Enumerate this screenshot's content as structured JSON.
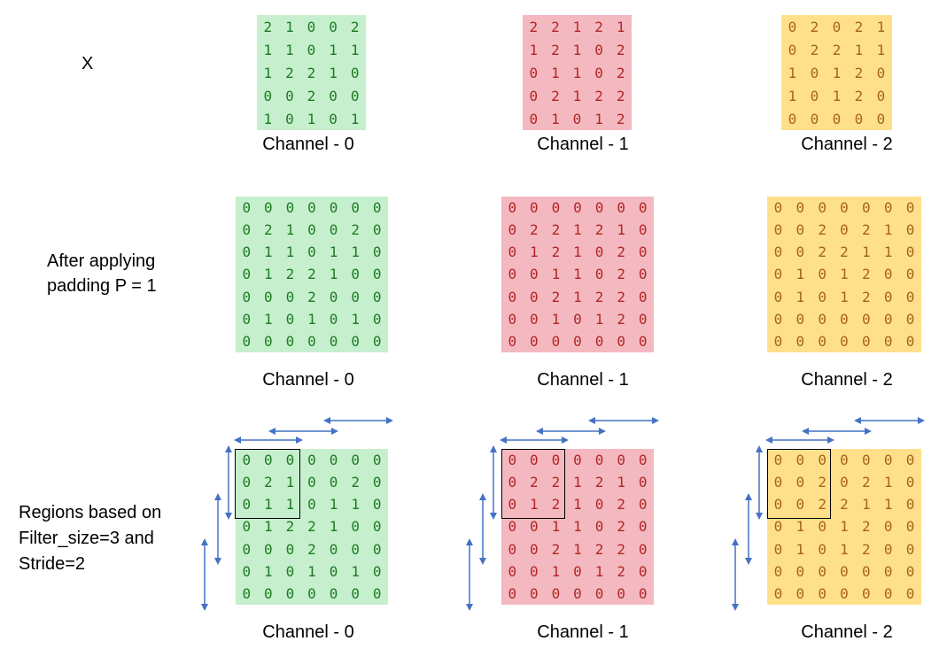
{
  "row_labels": {
    "x": "X",
    "padding": [
      "After applying",
      "padding P = 1"
    ],
    "regions": [
      "Regions based on",
      "Filter_size=3 and",
      "Stride=2"
    ]
  },
  "caption_prefix": "Channel - ",
  "channels": [
    {
      "id": "0",
      "color": "green",
      "x": [
        [
          2,
          1,
          0,
          0,
          2
        ],
        [
          1,
          1,
          0,
          1,
          1
        ],
        [
          1,
          2,
          2,
          1,
          0
        ],
        [
          0,
          0,
          2,
          0,
          0
        ],
        [
          1,
          0,
          1,
          0,
          1
        ]
      ]
    },
    {
      "id": "1",
      "color": "pink",
      "x": [
        [
          2,
          2,
          1,
          2,
          1
        ],
        [
          1,
          2,
          1,
          0,
          2
        ],
        [
          0,
          1,
          1,
          0,
          2
        ],
        [
          0,
          2,
          1,
          2,
          2
        ],
        [
          0,
          1,
          0,
          1,
          2
        ]
      ]
    },
    {
      "id": "2",
      "color": "yellow",
      "x": [
        [
          0,
          2,
          0,
          2,
          1
        ],
        [
          0,
          2,
          2,
          1,
          1
        ],
        [
          1,
          0,
          1,
          2,
          0
        ],
        [
          1,
          0,
          1,
          2,
          0
        ],
        [
          0,
          0,
          0,
          0,
          0
        ]
      ]
    }
  ],
  "padded": [
    [
      [
        0,
        0,
        0,
        0,
        0,
        0,
        0
      ],
      [
        0,
        2,
        1,
        0,
        0,
        2,
        0
      ],
      [
        0,
        1,
        1,
        0,
        1,
        1,
        0
      ],
      [
        0,
        1,
        2,
        2,
        1,
        0,
        0
      ],
      [
        0,
        0,
        0,
        2,
        0,
        0,
        0
      ],
      [
        0,
        1,
        0,
        1,
        0,
        1,
        0
      ],
      [
        0,
        0,
        0,
        0,
        0,
        0,
        0
      ]
    ],
    [
      [
        0,
        0,
        0,
        0,
        0,
        0,
        0
      ],
      [
        0,
        2,
        2,
        1,
        2,
        1,
        0
      ],
      [
        0,
        1,
        2,
        1,
        0,
        2,
        0
      ],
      [
        0,
        0,
        1,
        1,
        0,
        2,
        0
      ],
      [
        0,
        0,
        2,
        1,
        2,
        2,
        0
      ],
      [
        0,
        0,
        1,
        0,
        1,
        2,
        0
      ],
      [
        0,
        0,
        0,
        0,
        0,
        0,
        0
      ]
    ],
    [
      [
        0,
        0,
        0,
        0,
        0,
        0,
        0
      ],
      [
        0,
        0,
        2,
        0,
        2,
        1,
        0
      ],
      [
        0,
        0,
        2,
        2,
        1,
        1,
        0
      ],
      [
        0,
        1,
        0,
        1,
        2,
        0,
        0
      ],
      [
        0,
        1,
        0,
        1,
        2,
        0,
        0
      ],
      [
        0,
        0,
        0,
        0,
        0,
        0,
        0
      ],
      [
        0,
        0,
        0,
        0,
        0,
        0,
        0
      ]
    ]
  ],
  "colors": {
    "arrow": "#4472c4",
    "box": "#000000"
  }
}
